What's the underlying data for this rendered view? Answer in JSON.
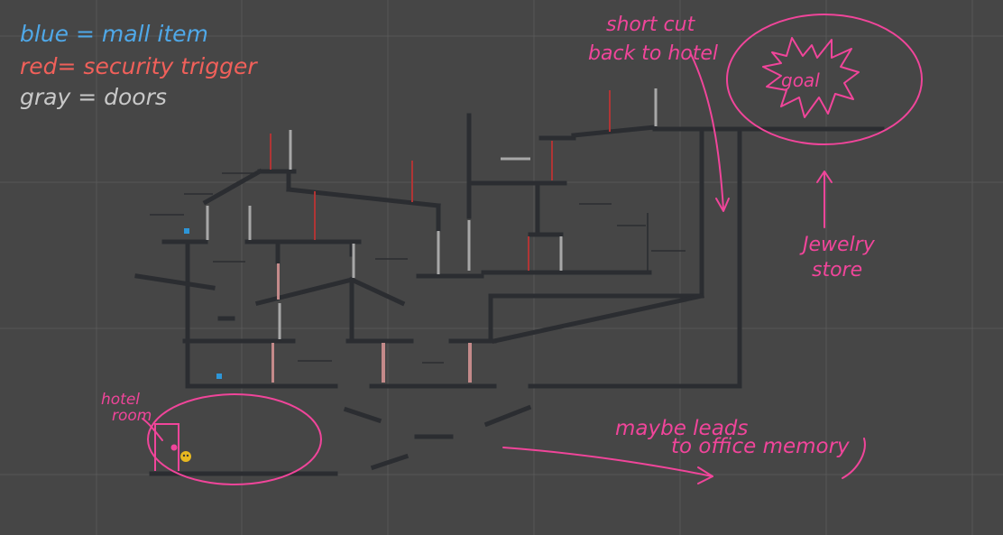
{
  "legend": {
    "line1": "blue = mall item",
    "line2": "red= security trigger",
    "line3": "gray = doors"
  },
  "annotations": {
    "shortcut_line1": "short cut",
    "shortcut_line2": "back to hotel",
    "goal": "goal",
    "jewelry_line1": "Jewelry",
    "jewelry_line2": "store",
    "hotel_line1": "hotel",
    "hotel_line2": "room",
    "maybe_line1": "maybe leads",
    "maybe_line2": "to office memory"
  },
  "colors": {
    "background": "#464646",
    "grid": "#5a5a5a",
    "wall": "#2b2d31",
    "door": "#a8a8a8",
    "trigger": "#b03535",
    "trigger_door": "#c48a8a",
    "mall_item": "#2d96d8",
    "ink_pink": "#f0459a",
    "ink_blue": "#4fa8e8",
    "ink_red": "#f0605a",
    "ink_gray": "#c9c9c9",
    "player": "#e6b820"
  },
  "icons": {
    "player": "player-character-icon",
    "door": "hotel-door-icon",
    "mall_item": "mall-item-icon"
  }
}
